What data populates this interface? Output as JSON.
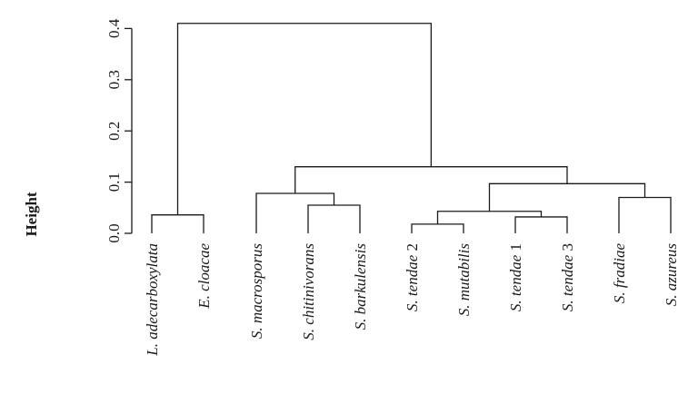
{
  "chart_data": {
    "type": "dendrogram",
    "ylabel": "Height",
    "ylim": [
      0,
      0.4
    ],
    "yticks": [
      "0.0",
      "0.1",
      "0.2",
      "0.3",
      "0.4"
    ],
    "leaves": [
      {
        "genus": "L. adecarboxylata",
        "suffix": ""
      },
      {
        "genus": "E. cloacae",
        "suffix": ""
      },
      {
        "genus": "S. macrosporus",
        "suffix": ""
      },
      {
        "genus": "S. chitinivorans",
        "suffix": ""
      },
      {
        "genus": "S. barkulensis",
        "suffix": ""
      },
      {
        "genus": "S. tendae",
        "suffix": "2"
      },
      {
        "genus": "S. mutabilis",
        "suffix": ""
      },
      {
        "genus": "S. tendae",
        "suffix": "1"
      },
      {
        "genus": "S. tendae",
        "suffix": "3"
      },
      {
        "genus": "S. fradiae",
        "suffix": ""
      },
      {
        "genus": "S. azureus",
        "suffix": ""
      }
    ],
    "merges": [
      {
        "left": [
          0
        ],
        "right": [
          1
        ],
        "height": 0.036
      },
      {
        "left": [
          3
        ],
        "right": [
          4
        ],
        "height": 0.055
      },
      {
        "left": [
          2
        ],
        "right": [
          3,
          4
        ],
        "height": 0.078
      },
      {
        "left": [
          5
        ],
        "right": [
          6
        ],
        "height": 0.018
      },
      {
        "left": [
          7
        ],
        "right": [
          8
        ],
        "height": 0.032
      },
      {
        "left": [
          5,
          6
        ],
        "right": [
          7,
          8
        ],
        "height": 0.043
      },
      {
        "left": [
          9
        ],
        "right": [
          10
        ],
        "height": 0.07
      },
      {
        "left": [
          5,
          6,
          7,
          8
        ],
        "right": [
          9,
          10
        ],
        "height": 0.097
      },
      {
        "left": [
          2,
          3,
          4
        ],
        "right": [
          5,
          6,
          7,
          8,
          9,
          10
        ],
        "height": 0.13
      },
      {
        "left": [
          0,
          1
        ],
        "right": [
          2,
          3,
          4,
          5,
          6,
          7,
          8,
          9,
          10
        ],
        "height": 0.41
      }
    ]
  }
}
